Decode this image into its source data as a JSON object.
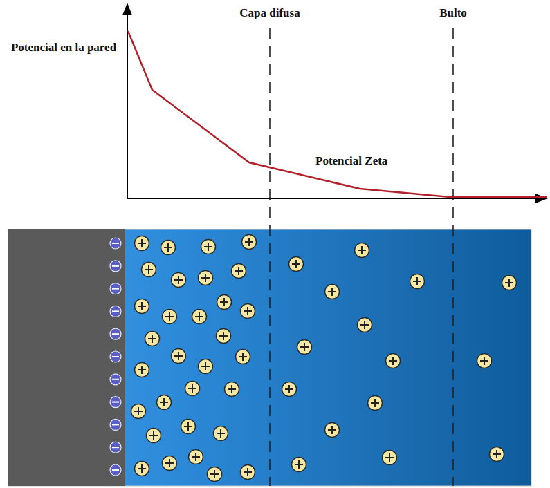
{
  "diagram": {
    "labels": [
      "Potencial en la pared",
      "Capa difusa",
      "Bulto",
      "Potencial Zeta"
    ]
  }
}
